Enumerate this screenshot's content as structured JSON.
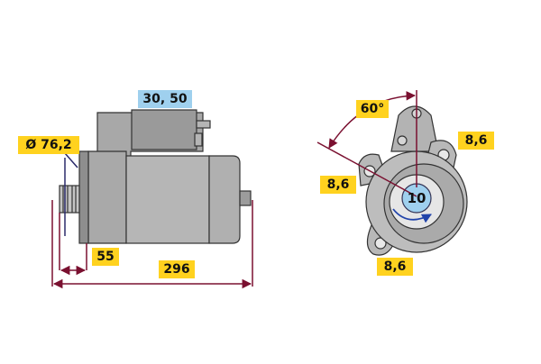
{
  "dimensions": {
    "solenoid_terminals": "30, 50",
    "flange_diameter": "Ø 76,2",
    "pinion_to_flange": "55",
    "overall_length": "296",
    "rotation_angle": "60°",
    "bolt_hole_top_right": "8,6",
    "bolt_hole_left": "8,6",
    "bolt_hole_bottom": "8,6",
    "pinion_teeth": "10"
  },
  "colors": {
    "label_yellow": "#ffd21f",
    "label_blue": "#9fd0ee",
    "dimension_line": "#7a1030",
    "housing_gray": "#b0b0b0",
    "outline": "#333333"
  },
  "icons": {
    "rotation": "curved-arrow-clockwise",
    "angle": "double-arrow-arc"
  }
}
